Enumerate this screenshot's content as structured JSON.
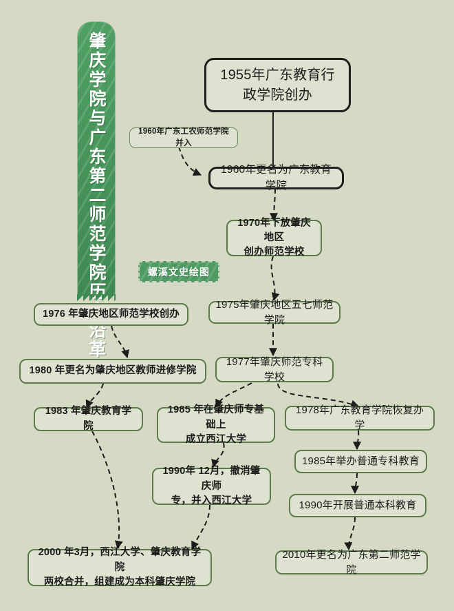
{
  "banner": {
    "title": "肇庆学院与广东第二师范学院历史沿革"
  },
  "watermark": {
    "label": "螺溪文史绘图"
  },
  "colors": {
    "background": "#d6dac4",
    "banner_green": "#4e9b63",
    "node_border_green": "#5c7a4c",
    "node_border_dark": "#1d1f1c",
    "node_fill": "#dee2d0",
    "text": "#1c1c1c"
  },
  "nodes": {
    "n1955": "1955年广东教育行\n政学院创办",
    "note1960": "1960年广东工农师范学院并入",
    "n1960": "1960年更名为广东教育学院",
    "n1970": "1970年下放肇庆地区\n创办师范学校",
    "n1975": "1975年肇庆地区五七师范学院",
    "n1976": "1976 年肇庆地区师范学校创办",
    "n1977": "1977年肇庆师范专科学校",
    "n1978": "1978年广东教育学院恢复办学",
    "n1980": "1980 年更名为肇庆地区教师进修学院",
    "n1983": "1983 年肇庆教育学院",
    "n1985a": "1985 年在肇庆师专基础上\n成立西江大学",
    "n1985b": "1985年举办普通专科教育",
    "n1990a": "1990年 12月，撤消肇庆师\n专，并入西江大学",
    "n1990b": "1990年开展普通本科教育",
    "n2000": "2000 年3月，西江大学、肇庆教育学院\n两校合并，组建成为本科肇庆学院",
    "n2010": "2010年更名为广东第二师范学院"
  }
}
